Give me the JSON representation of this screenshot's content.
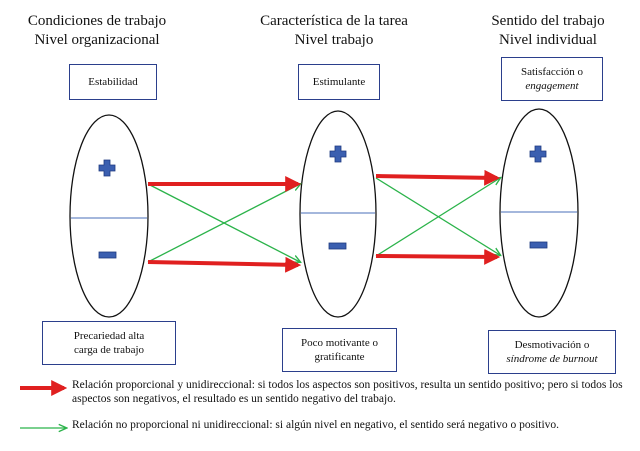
{
  "columns": [
    {
      "title_line1": "Condiciones de trabajo",
      "title_line2": "Nivel organizacional",
      "top_box": [
        "Estabilidad"
      ],
      "bottom_box": [
        "Precariedad alta",
        "carga de trabajo"
      ]
    },
    {
      "title_line1": "Característica de la tarea",
      "title_line2": "Nivel trabajo",
      "top_box": [
        "Estimulante"
      ],
      "bottom_box": [
        "Poco motivante o",
        "gratificante"
      ]
    },
    {
      "title_line1": "Sentido del trabajo",
      "title_line2": "Nivel individual",
      "top_box": [
        "Satisfacción o",
        "engagement"
      ],
      "bottom_box": [
        "Desmotivación o",
        "síndrome de burnout"
      ]
    }
  ],
  "legend": [
    {
      "arrow_color": "#e02020",
      "text": "Relación proporcional y unidireccional: si todos los aspectos son positivos, resulta un sentido positivo; pero si todos los aspectos son negativos, el resultado es un sentido negativo del trabajo."
    },
    {
      "arrow_color": "#2bb34a",
      "text": "Relación no proporcional ni unidireccional: si algún nivel en negativo, el sentido será negativo o positivo."
    }
  ],
  "colors": {
    "red_arrow": "#e02020",
    "green_arrow": "#2bb34a",
    "symbol_blue": "#3b5fb0",
    "box_border": "#2b3f8c"
  }
}
